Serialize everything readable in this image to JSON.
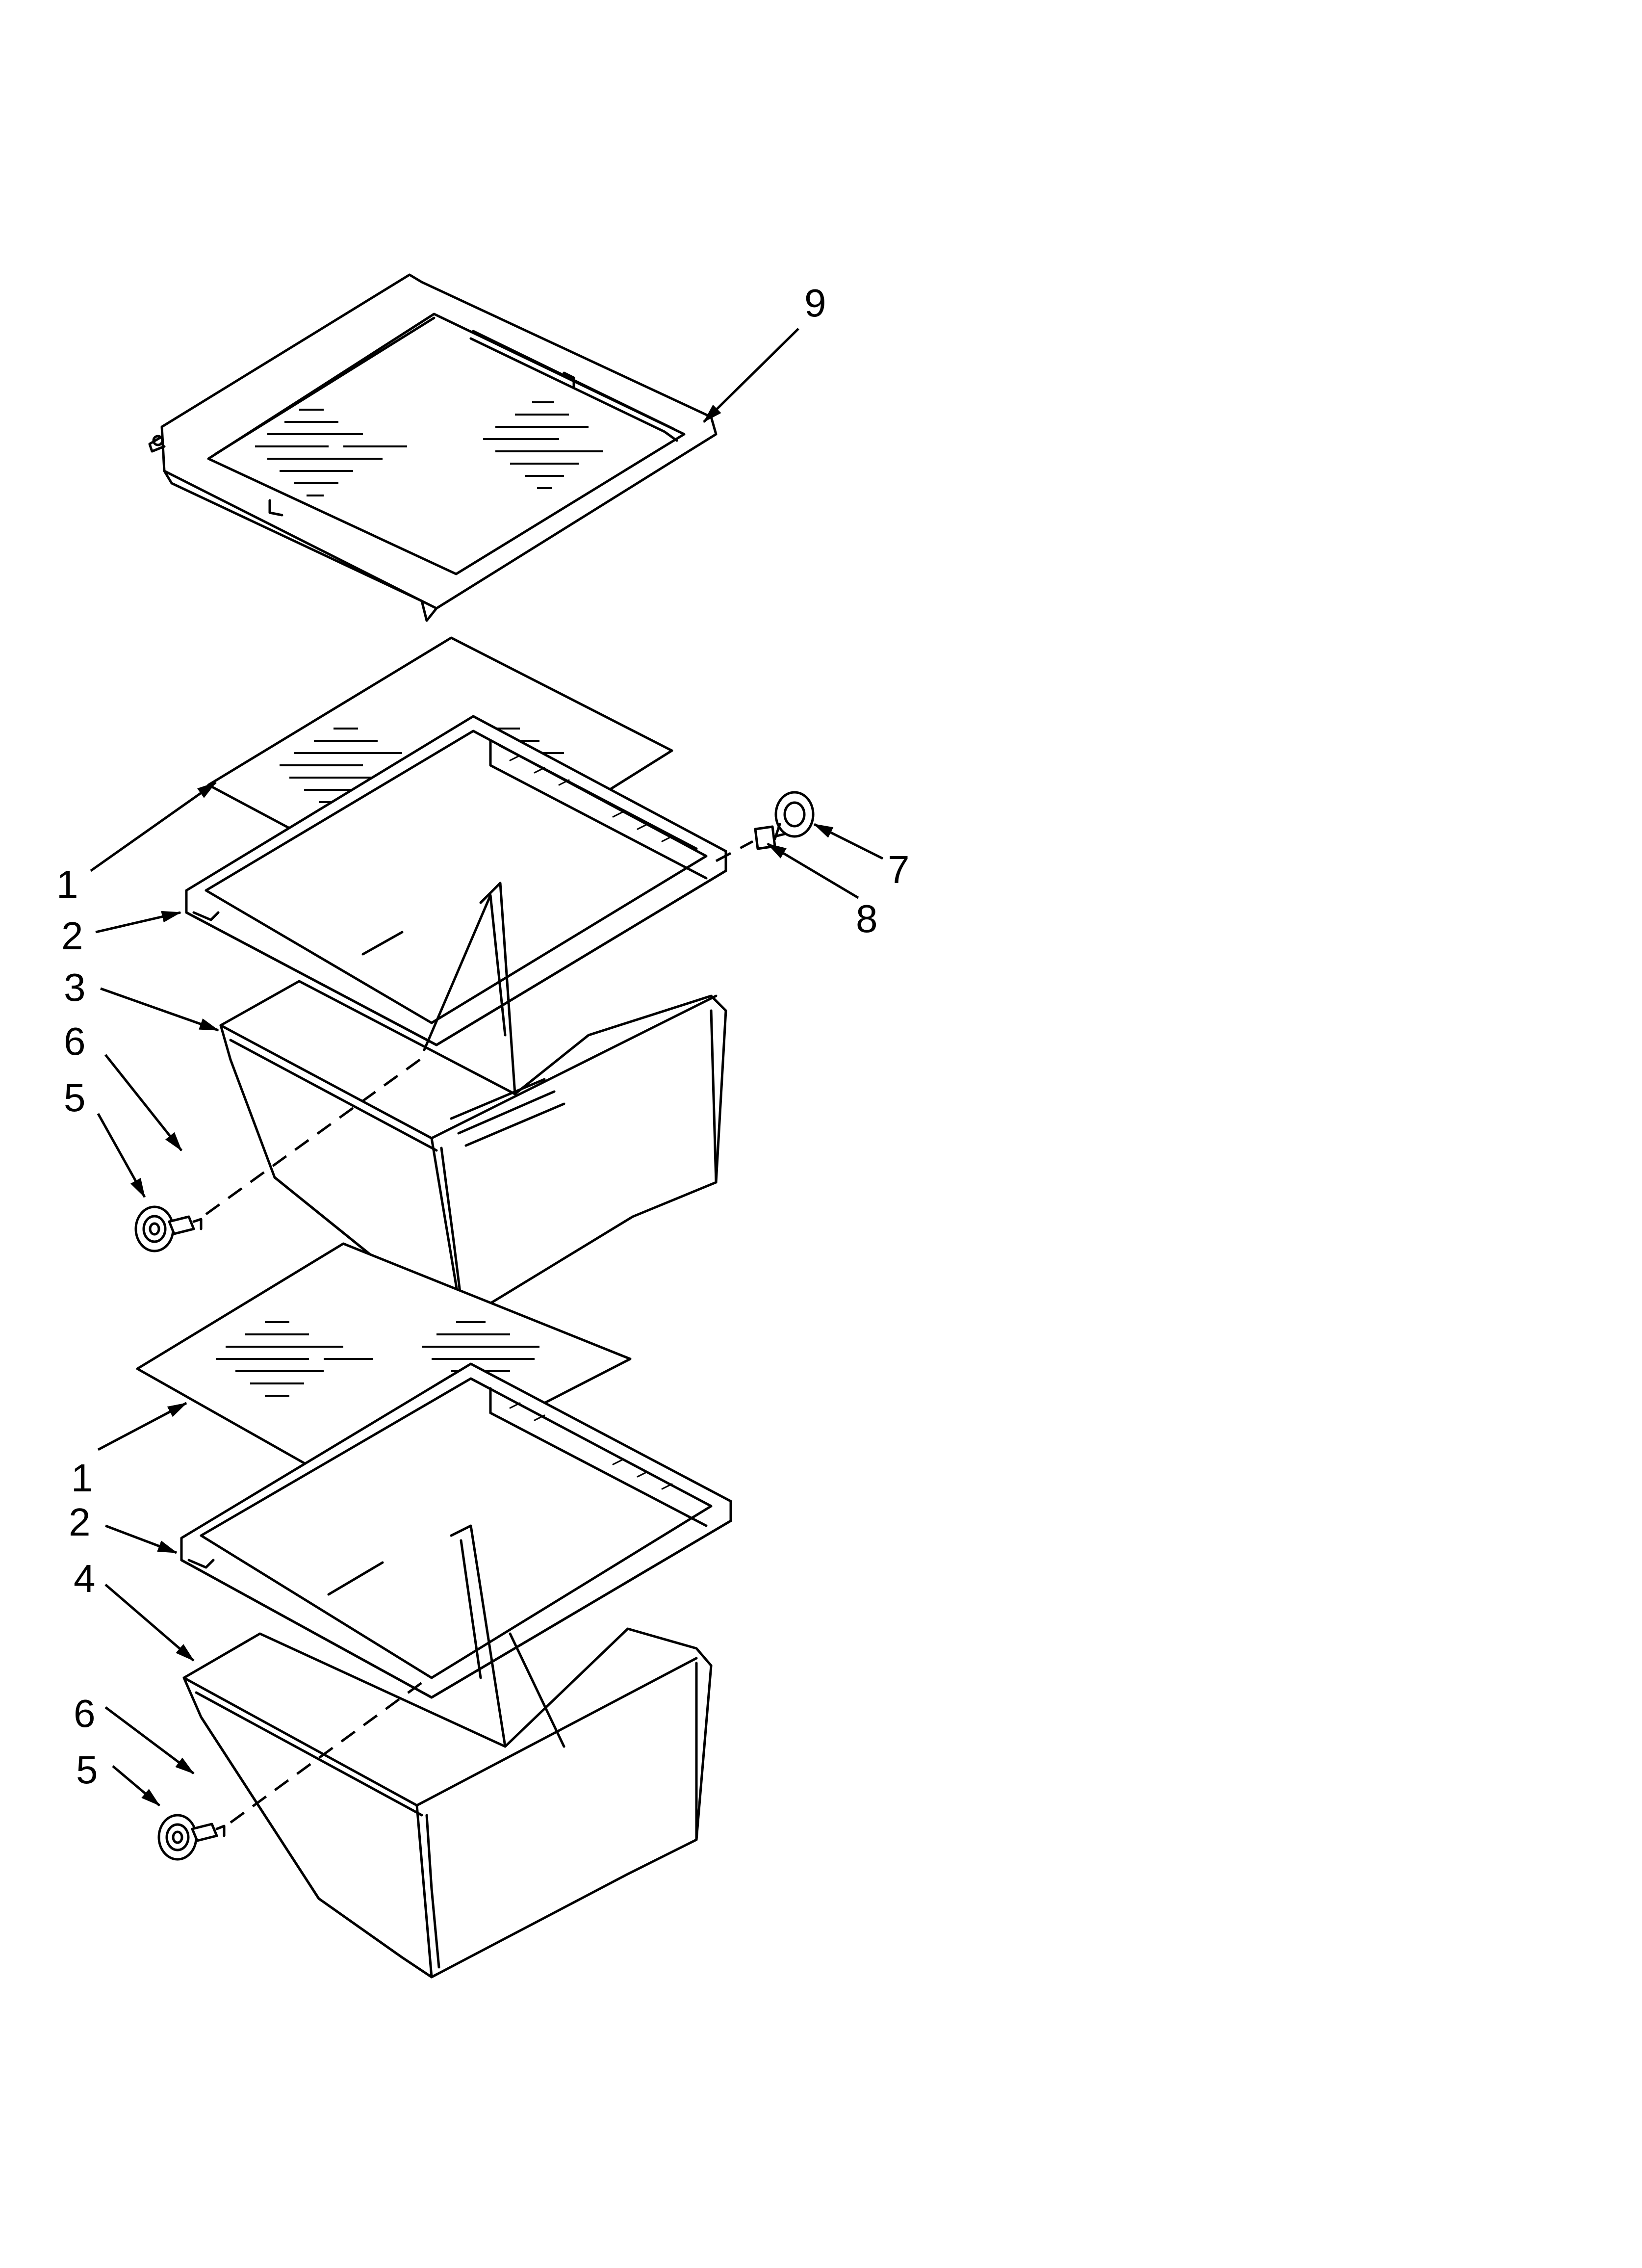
{
  "callouts": {
    "c9": "9",
    "c1a": "1",
    "c2a": "2",
    "c3": "3",
    "c6a": "6",
    "c5a": "5",
    "c7": "7",
    "c8": "8",
    "c1b": "1",
    "c2b": "2",
    "c4": "4",
    "c6b": "6",
    "c5b": "5"
  },
  "colors": {
    "line": "#000000",
    "background": "#ffffff"
  }
}
